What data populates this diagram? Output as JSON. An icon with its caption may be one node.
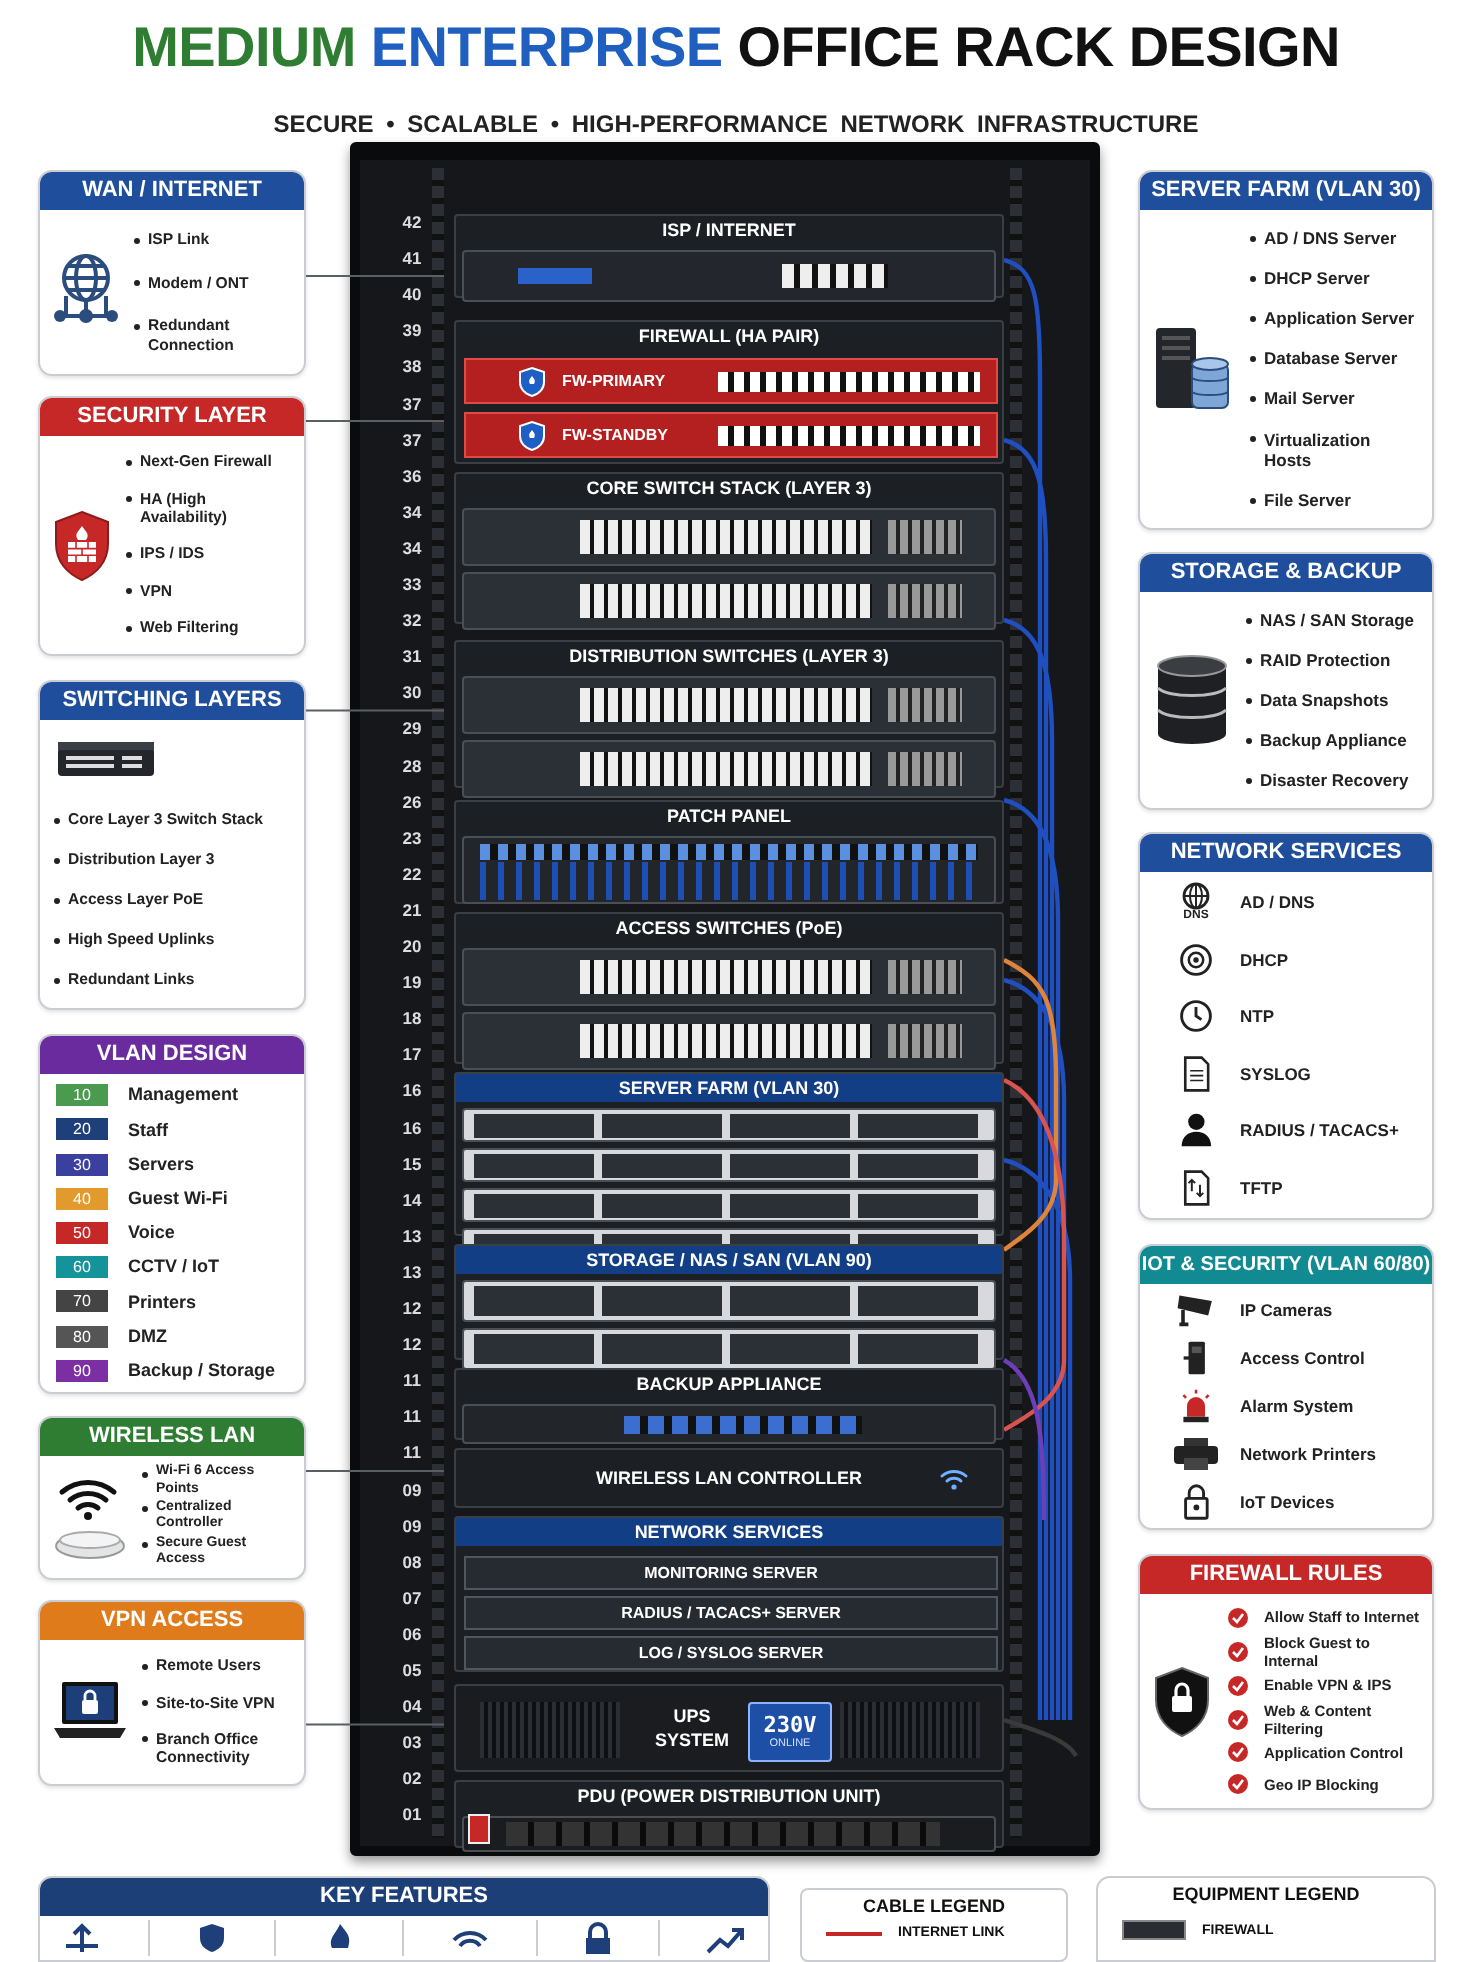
{
  "diagram": {
    "title": "MEDIUM ENTERPRISE OFFICE RACK DESIGN",
    "nodes": [
      {
        "text": [
          "WAN / INTERNET",
          "ISP Link",
          "Modem / ONT",
          "Redundant Connection"
        ]
      },
      {
        "text": [
          "SECURITY LAYER",
          "Next-Gen Firewall",
          "HA (High Availability)",
          "IPS / IDS",
          "VPN",
          "Web Filtering"
        ]
      },
      {
        "text": [
          "SWITCHING LAYERS",
          "Core Layer 3 Switch Stack",
          "Distribution Layer 3",
          "Access Layer PoE",
          "High Speed Uplinks",
          "Redundant Links"
        ]
      },
      {
        "text": [
          "VLAN DESIGN",
          "10",
          "Management",
          "20",
          "Staff",
          "30",
          "Servers",
          "40",
          "Guest Wi-Fi",
          "50",
          "Voice",
          "60",
          "CCTV / IoT",
          "70",
          "Printers",
          "80",
          "DMZ",
          "90",
          "Backup / Storage"
        ]
      },
      {
        "text": [
          "WIRELESS LAN",
          "Wi-Fi 6 Access Points",
          "Centralized Controller",
          "Secure Guest Access"
        ]
      },
      {
        "text": [
          "VPN ACCESS",
          "Remote Users",
          "Site-to-Site VPN",
          "Branch Office Connectivity"
        ]
      },
      {
        "text": [
          "SERVER FARM (VLAN 30)",
          "AD / DNS Server",
          "DHCP Server",
          "Application Server",
          "Database Server",
          "Mail Server",
          "Virtualization Hosts",
          "File Server"
        ]
      },
      {
        "text": [
          "STORAGE & BACKUP",
          "NAS / SAN Storage",
          "RAID Protection",
          "Data Snapshots",
          "Backup Appliance",
          "Disaster Recovery"
        ]
      },
      {
        "text": [
          "NETWORK SERVICES",
          "AD / DNS",
          "DHCP",
          "NTP",
          "SYSLOG",
          "RADIUS / TACACS+",
          "TFTP"
        ]
      },
      {
        "text": [
          "IOT & SECURITY (VLAN 60/80)",
          "IP Cameras",
          "Access Control",
          "Alarm System",
          "Network Printers",
          "IoT Devices"
        ]
      },
      {
        "text": [
          "FIREWALL RULES",
          "Allow Staff to Internet",
          "Block Guest to Internal",
          "Enable VPN & IPS",
          "Web & Content Filtering",
          "Application Control",
          "Geo IP Blocking"
        ]
      },
      {
        "text": [],
        "shape": "box"
      },
      {
        "text": [
          "ISP / INTERNET"
        ],
        "in": 11
      },
      {
        "text": [
          "FIREWALL (HA PAIR)"
        ],
        "in": 11
      },
      {
        "text": [
          "FW-PRIMARY"
        ],
        "in": 13
      },
      {
        "text": [
          "FW-STANDBY"
        ],
        "in": 13
      },
      {
        "text": [
          "CORE SWITCH STACK (LAYER 3)"
        ],
        "in": 11
      },
      {
        "text": [
          "DISTRIBUTION SWITCHES (LAYER 3)"
        ],
        "in": 11
      },
      {
        "text": [
          "PATCH PANEL"
        ],
        "in": 11
      },
      {
        "text": [
          "ACCESS SWITCHES (PoE)"
        ],
        "in": 11
      },
      {
        "text": [
          "SERVER FARM (VLAN 30)"
        ],
        "in": 11
      },
      {
        "text": [
          "STORAGE / NAS / SAN (VLAN 90)"
        ],
        "in": 11
      },
      {
        "text": [
          "BACKUP APPLIANCE"
        ],
        "in": 11
      },
      {
        "text": [
          "WIRELESS LAN CONTROLLER"
        ],
        "in": 11
      },
      {
        "text": [
          "NETWORK SERVICES"
        ],
        "in": 11
      },
      {
        "text": [
          "MONITORING SERVER"
        ],
        "in": 24
      },
      {
        "text": [
          "RADIUS / TACACS+ SERVER"
        ],
        "in": 24
      },
      {
        "text": [
          "LOG / SYSLOG SERVER"
        ],
        "in": 24
      },
      {
        "text": [
          "UPS SYSTEM",
          "230V",
          "ONLINE"
        ],
        "in": 11
      },
      {
        "text": [
          "PDU (POWER DISTRIBUTION UNIT)"
        ],
        "in": 11
      },
      {
        "text": [
          "KEY FEATURES"
        ]
      },
      {
        "text": [
          "CABLE LEGEND"
        ]
      },
      {
        "text": [
          "EQUIPMENT LEGEND"
        ]
      }
    ],
    "edges": [
      {
        "from": 0,
        "to": 12,
        "arrow": "none"
      },
      {
        "from": 1,
        "to": 13,
        "arrow": "none"
      },
      {
        "from": 2,
        "to": 17,
        "arrow": "none"
      },
      {
        "from": 4,
        "to": 23,
        "arrow": "none"
      },
      {
        "from": 5,
        "to": 28,
        "arrow": "none"
      }
    ],
    "labels": [
      "SECURE • SCALABLE • HIGH-PERFORMANCE NETWORK INFRASTRUCTURE",
      "42",
      "41",
      "40",
      "39",
      "38",
      "37",
      "37",
      "36",
      "34",
      "34",
      "33",
      "32",
      "31",
      "30",
      "29",
      "28",
      "26",
      "23",
      "22",
      "21",
      "20",
      "19",
      "18",
      "17",
      "16",
      "16",
      "15",
      "14",
      "13",
      "13",
      "12",
      "12",
      "11",
      "11",
      "11",
      "09",
      "09",
      "08",
      "07",
      "06",
      "05",
      "04",
      "03",
      "02",
      "01",
      "DNS"
    ],
    "legend": [
      {
        "text": "INTERNET LINK"
      },
      {
        "text": "FIREWALL"
      }
    ]
  }
}
